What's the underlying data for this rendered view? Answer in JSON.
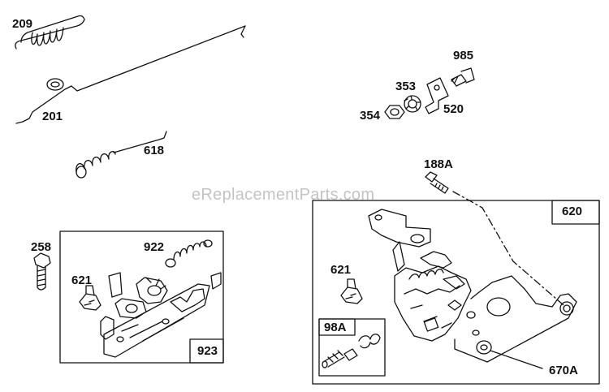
{
  "watermark": "eReplacementParts.com",
  "labels": {
    "p209": "209",
    "p201": "201",
    "p618": "618",
    "p985": "985",
    "p353": "353",
    "p354": "354",
    "p520": "520",
    "p188a": "188A",
    "p620": "620",
    "p258": "258",
    "p922": "922",
    "p621_left": "621",
    "p923": "923",
    "p621_right": "621",
    "p98a": "98A",
    "p670a": "670A"
  }
}
